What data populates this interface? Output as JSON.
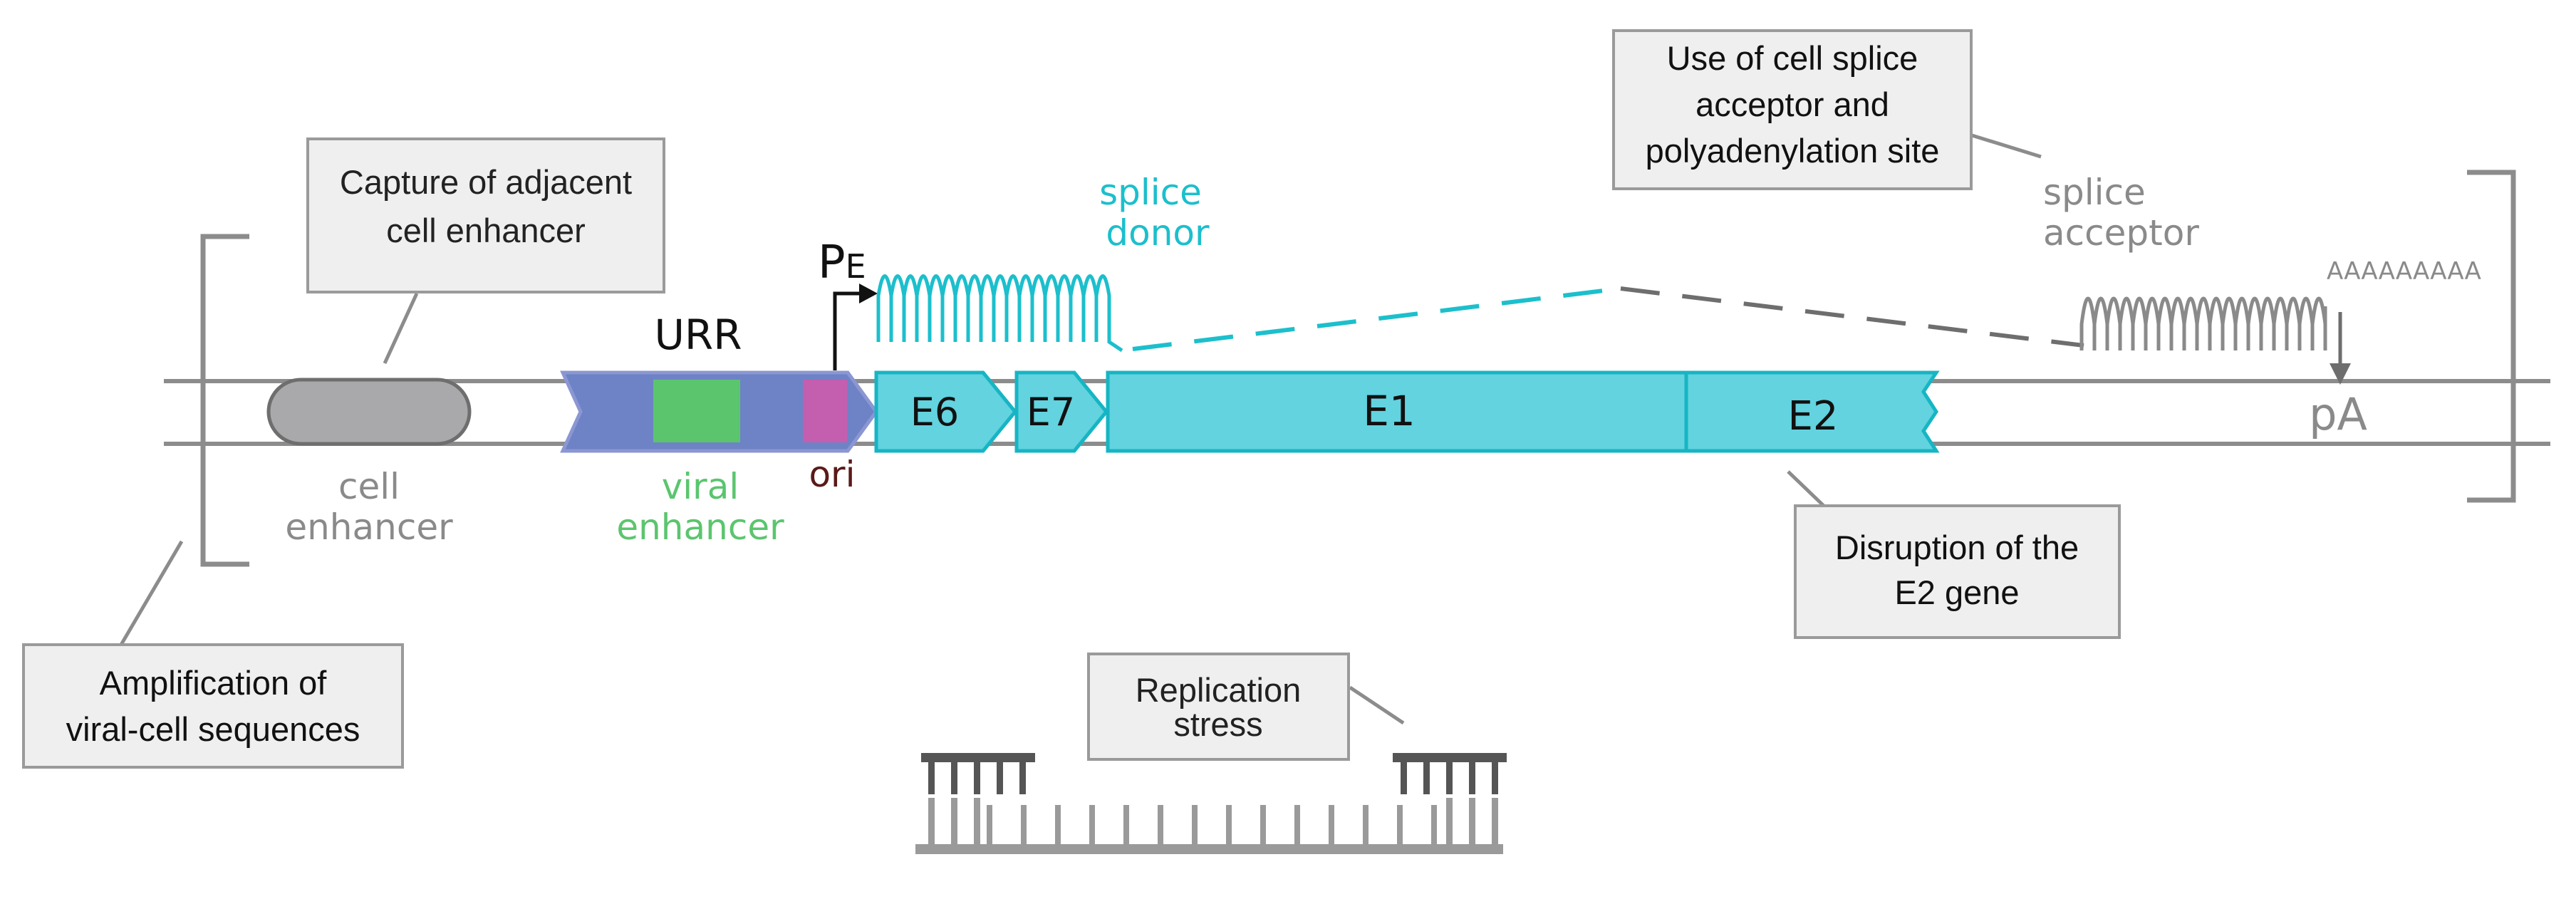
{
  "callouts": {
    "capture_enhancer": [
      "Capture of adjacent",
      "cell enhancer"
    ],
    "splice_acceptor_use": [
      "Use of cell splice",
      "acceptor and",
      "polyadenylation site"
    ],
    "amplification": [
      "Amplification of",
      "viral-cell sequences"
    ],
    "replication_stress": [
      "Replication",
      "stress"
    ],
    "e2_disruption": [
      "Disruption of the",
      "E2 gene"
    ]
  },
  "elements": {
    "cell_enhancer": [
      "cell",
      "enhancer"
    ],
    "urr": "URR",
    "viral_enhancer": [
      "viral",
      "enhancer"
    ],
    "ori": "ori",
    "promoter_main": "P",
    "promoter_sub": "E",
    "splice_donor": [
      "splice",
      "donor"
    ],
    "splice_acceptor": [
      "splice",
      "acceptor"
    ],
    "polya_tail": "AAAAAAAAA",
    "pa": "pA"
  },
  "genes": [
    "E6",
    "E7",
    "E1",
    "E2"
  ],
  "colors": {
    "gray_line": "#8c8c8c",
    "gray_text": "#8a8a8a",
    "cell_enhancer_fill": "#a9a9ab",
    "urr_fill": "#6e82c6",
    "viral_enhancer_fill": "#5bc56e",
    "ori_fill": "#c45fb0",
    "gene_fill": "#62d3df",
    "gene_stroke": "#17b5c4",
    "splice_donor_color": "#1cbfcc",
    "ori_text": "#5a1a18",
    "callout_fill": "#efefef",
    "callout_stroke": "#9a9a9a"
  }
}
